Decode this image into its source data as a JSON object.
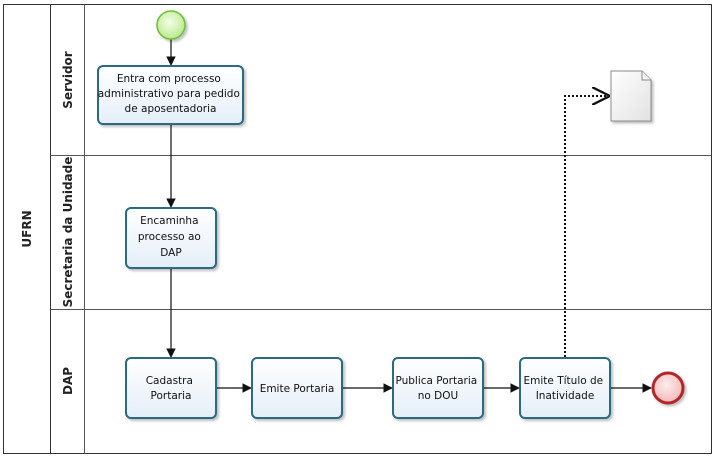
{
  "pool": {
    "name": "UFRN"
  },
  "lanes": [
    {
      "id": "servidor",
      "name": "Servidor"
    },
    {
      "id": "secretaria",
      "name": "Secretaria da Unidade"
    },
    {
      "id": "dap",
      "name": "DAP"
    }
  ],
  "tasks": [
    {
      "id": "t1",
      "lines": [
        "Entra com processo",
        "administrativo para pedido",
        "de aposentadoria"
      ]
    },
    {
      "id": "t2",
      "lines": [
        "Encaminha",
        "processo ao",
        "DAP"
      ]
    },
    {
      "id": "t3",
      "lines": [
        "Cadastra",
        "Portaria"
      ]
    },
    {
      "id": "t4",
      "lines": [
        "Emite Portaria"
      ]
    },
    {
      "id": "t5",
      "lines": [
        "Publica Portaria",
        "no DOU"
      ]
    },
    {
      "id": "t6",
      "lines": [
        "Emite Título de",
        "Inatividade"
      ]
    }
  ],
  "events": {
    "start": {
      "type": "start",
      "color": "#7fd14a"
    },
    "end": {
      "type": "end",
      "color": "#c0282d"
    }
  },
  "artifacts": [
    {
      "id": "doc1",
      "type": "document-icon"
    }
  ],
  "colors": {
    "task_stroke": "#2b6a82",
    "task_fill_top": "#ffffff",
    "task_fill_bottom": "#e7f0f8",
    "lane_line": "#555555"
  }
}
